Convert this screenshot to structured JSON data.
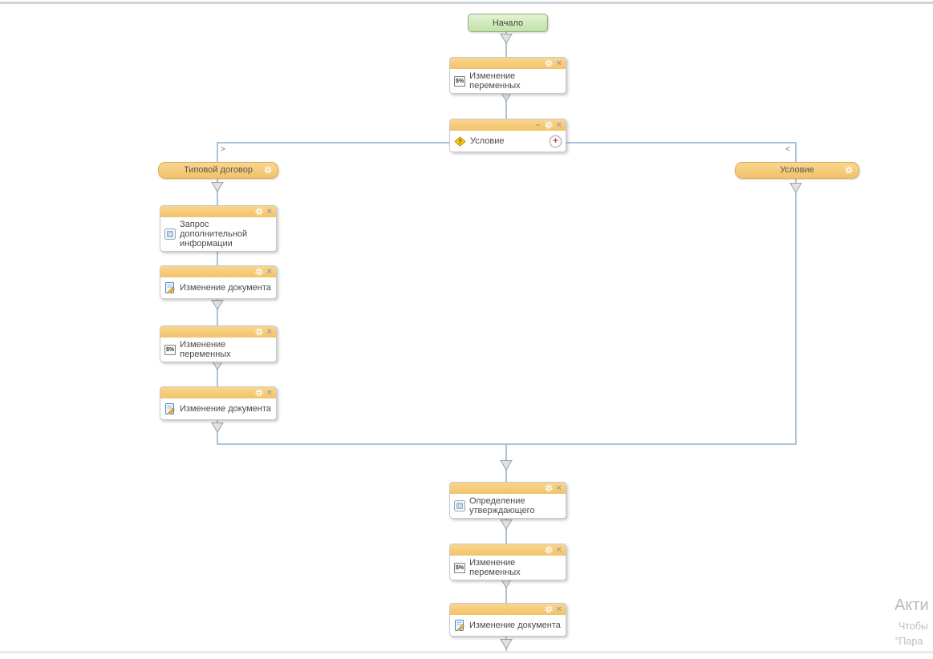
{
  "icons": {
    "script_text": "$%",
    "close": "×",
    "minimize": "–",
    "add": "+",
    "chevron_right": ">",
    "chevron_left": "<"
  },
  "flow": {
    "nodes": [
      {
        "id": "start",
        "type": "start",
        "label": "Начало"
      },
      {
        "id": "set-vars-1",
        "type": "script",
        "label": "Изменение переменных"
      },
      {
        "id": "condition",
        "type": "condition",
        "label": "Условие"
      },
      {
        "id": "branch-left",
        "type": "branch",
        "label": "Типовой договор"
      },
      {
        "id": "branch-right",
        "type": "branch",
        "label": "Условие"
      },
      {
        "id": "request-info",
        "type": "task",
        "label": "Запрос дополнительной информации"
      },
      {
        "id": "edit-doc-1",
        "type": "document",
        "label": "Изменение документа"
      },
      {
        "id": "set-vars-2",
        "type": "script",
        "label": "Изменение переменных"
      },
      {
        "id": "edit-doc-2",
        "type": "document",
        "label": "Изменение документа"
      },
      {
        "id": "approver",
        "type": "task",
        "label": "Определение утверждающего"
      },
      {
        "id": "set-vars-3",
        "type": "script",
        "label": "Изменение переменных"
      },
      {
        "id": "edit-doc-3",
        "type": "document",
        "label": "Изменение документа"
      }
    ]
  },
  "watermark": {
    "title": "Акти",
    "line2": "Чтобы",
    "line3": "\"Пара"
  },
  "colors": {
    "header_orange": "#f5c876",
    "connector_blue": "#a9c4da",
    "start_green": "#d3edc0"
  }
}
